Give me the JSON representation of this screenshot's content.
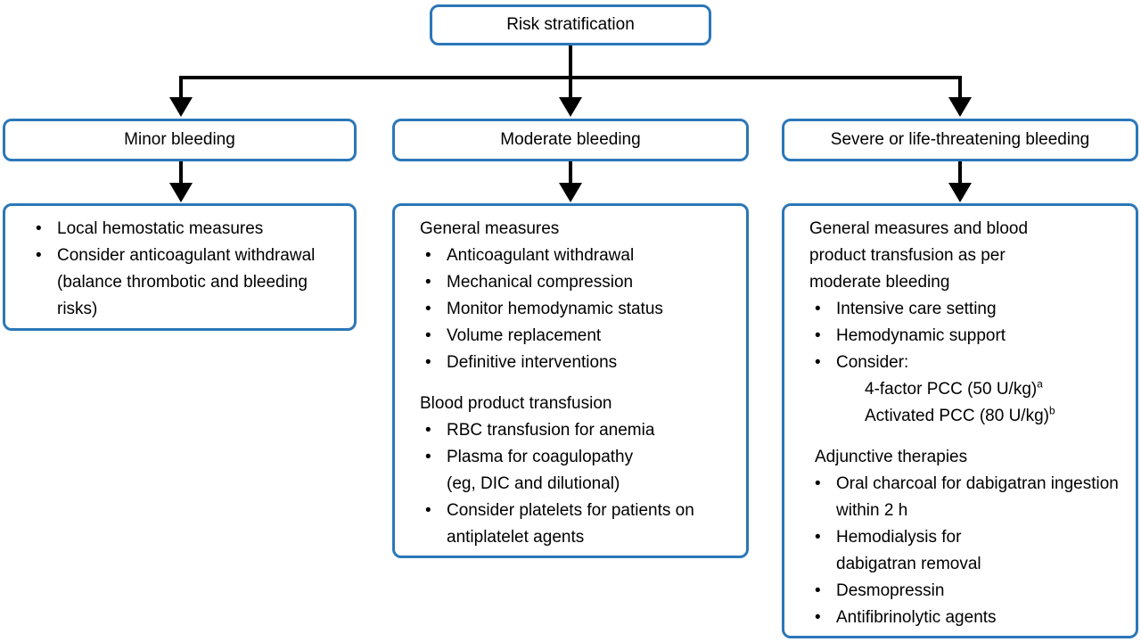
{
  "colors": {
    "box_border": "#2b77b8",
    "arrow": "#000000",
    "text": "#000000",
    "background": "#ffffff"
  },
  "root": {
    "label": "Risk stratification"
  },
  "minor": {
    "header": "Minor bleeding",
    "bullets": [
      "Local hemostatic measures",
      "Consider anticoagulant withdrawal (balance thrombotic and bleeding risks)"
    ]
  },
  "moderate": {
    "header": "Moderate bleeding",
    "section1": {
      "heading": "General measures",
      "bullets": [
        "Anticoagulant withdrawal",
        "Mechanical compression",
        "Monitor hemodynamic status",
        "Volume replacement",
        "Definitive interventions"
      ]
    },
    "section2": {
      "heading": "Blood product transfusion",
      "bullets": [
        "RBC transfusion for anemia",
        "Plasma for coagulopathy (eg, DIC and dilutional)",
        "Consider platelets for patients on antiplatelet agents"
      ]
    }
  },
  "severe": {
    "header": "Severe or life-threatening bleeding",
    "section1": {
      "heading": "General measures and blood product transfusion as per moderate bleeding",
      "bullets": [
        "Intensive care setting",
        "Hemodynamic support",
        "Consider:"
      ],
      "options": [
        {
          "text": "4-factor PCC (50 U/kg)",
          "sup": "a"
        },
        {
          "text": "Activated PCC (80 U/kg)",
          "sup": "b"
        }
      ]
    },
    "section2": {
      "heading": "Adjunctive therapies",
      "bullets": [
        "Oral charcoal for dabigatran ingestion within 2 h",
        "Hemodialysis for dabigatran removal",
        "Desmopressin",
        "Antifibrinolytic agents"
      ]
    }
  }
}
